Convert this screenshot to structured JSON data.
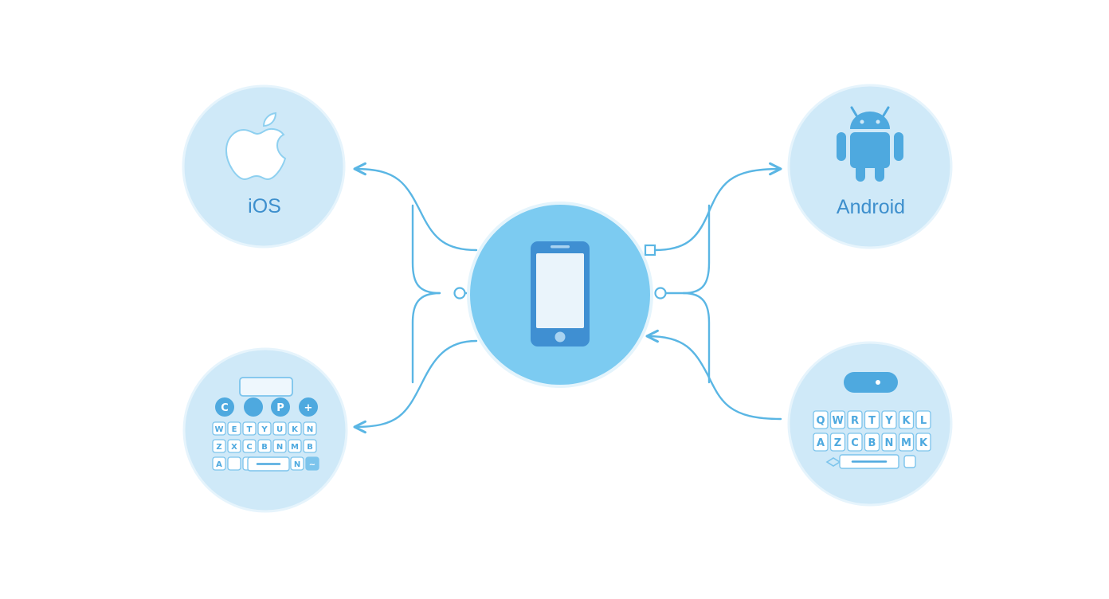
{
  "colors": {
    "circle_fill": "#cfe9f8",
    "center_fill": "#7ccbf1",
    "connector": "#5ab6e4",
    "accent": "#4ea9df",
    "label": "#3d8fcd",
    "background": "#ffffff"
  },
  "nodes": {
    "ios": {
      "label": "iOS",
      "icon": "apple-logo-icon"
    },
    "android": {
      "label": "Android",
      "icon": "android-robot-icon"
    },
    "center": {
      "icon": "smartphone-icon"
    },
    "ios_keyboard": {
      "icon": "ios-keyboard-icon"
    },
    "android_keyboard": {
      "icon": "android-keyboard-icon"
    }
  },
  "ios_keyboard": {
    "round_keys": [
      "C",
      "P",
      "+"
    ],
    "rows": [
      [
        "W",
        "E",
        "T",
        "Y",
        "U",
        "K",
        "N"
      ],
      [
        "Z",
        "X",
        "C",
        "B",
        "N",
        "M",
        "B"
      ],
      [
        "A",
        "",
        "",
        "N",
        "~"
      ]
    ]
  },
  "android_keyboard": {
    "rows": [
      [
        "Q",
        "W",
        "R",
        "T",
        "Y",
        "K",
        "L"
      ],
      [
        "A",
        "Z",
        "C",
        "B",
        "N",
        "M",
        "K"
      ]
    ]
  }
}
